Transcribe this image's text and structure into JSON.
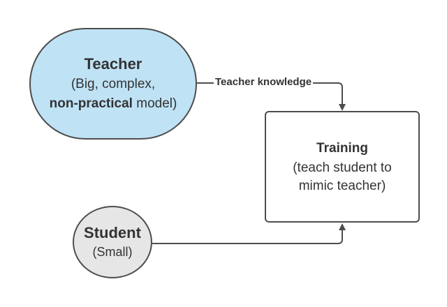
{
  "diagram": {
    "teacher": {
      "title": "Teacher",
      "line1": "(Big, complex,",
      "line2_bold": "non-practical",
      "line2_rest": " model)",
      "fill_color": "#bfe2f5"
    },
    "training": {
      "title": "Training",
      "line1": "(teach student to",
      "line2": "mimic teacher)",
      "fill_color": "#ffffff"
    },
    "student": {
      "title": "Student",
      "line1": "(Small)",
      "fill_color": "#e6e6e6"
    },
    "edges": {
      "teacher_to_training_label": "Teacher knowledge",
      "student_to_training_label": ""
    },
    "stroke_color": "#4d4d4d"
  }
}
